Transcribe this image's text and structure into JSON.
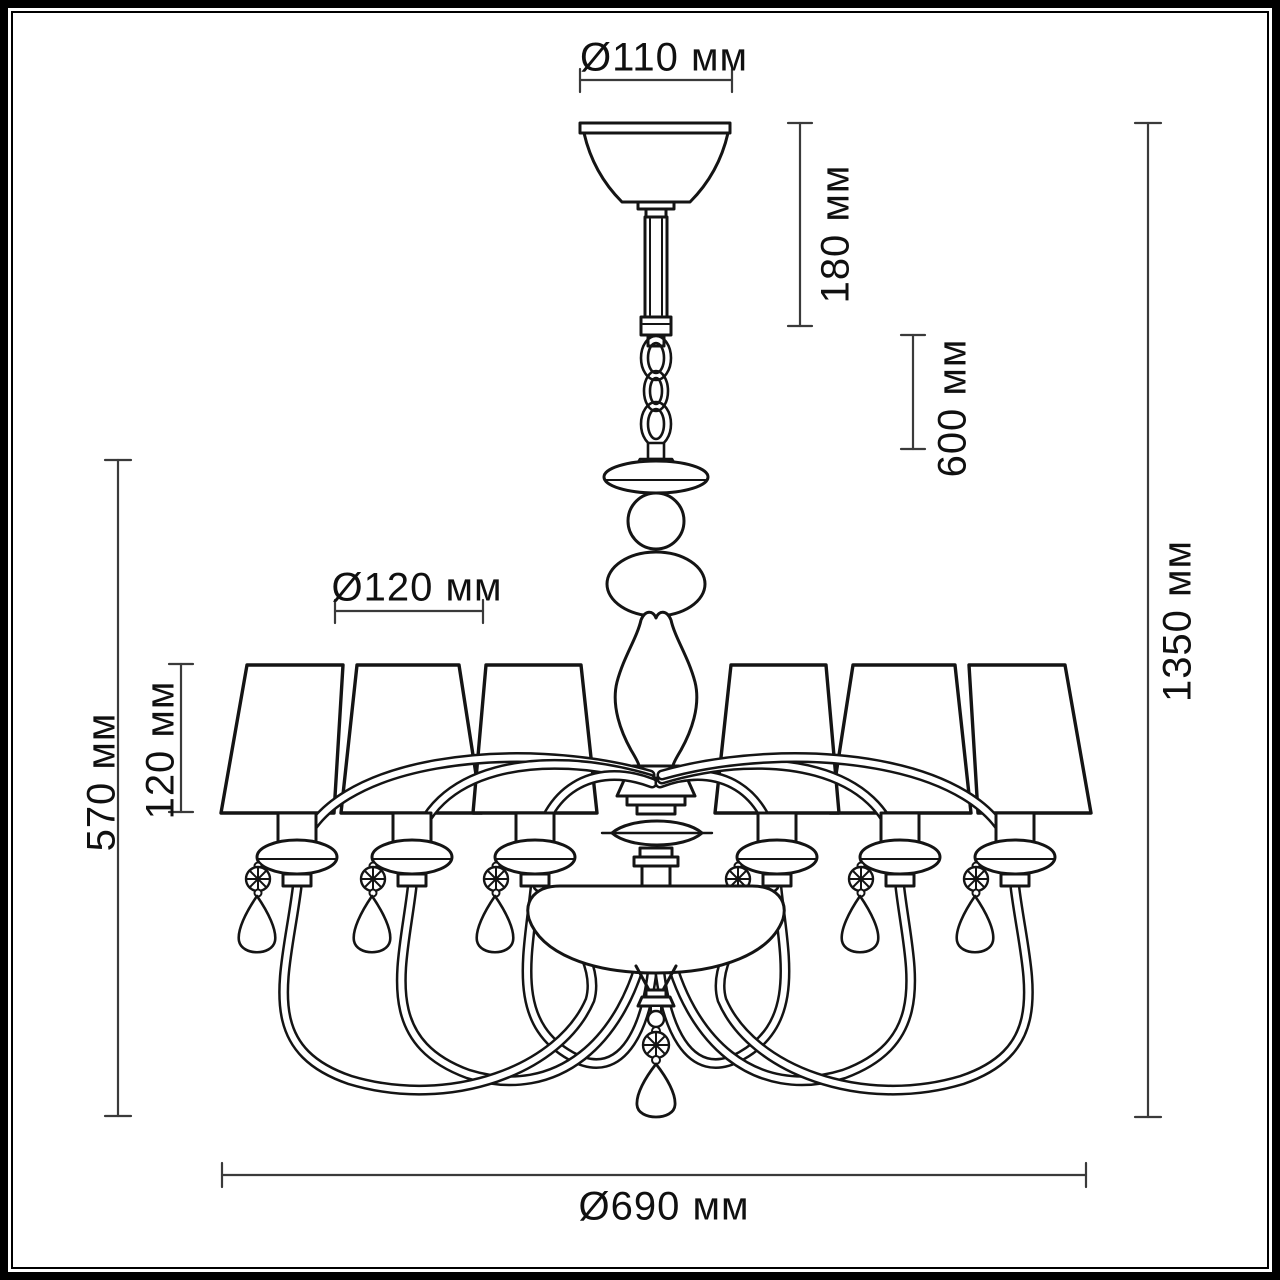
{
  "figure": {
    "subject": "chandelier-dimension-drawing",
    "units": "мм"
  },
  "style": {
    "ink": "#141414",
    "dim_line": "#3a3a3a",
    "background": "#ffffff"
  },
  "dimensions": {
    "canopy_diameter": {
      "label": "Ø110 мм",
      "value": 110
    },
    "rod_height": {
      "label": "180 мм",
      "value": 180
    },
    "chain_length": {
      "label": "600 мм",
      "value": 600
    },
    "overall_height": {
      "label": "1350 мм",
      "value": 1350
    },
    "shade_diameter": {
      "label": "Ø120 мм",
      "value": 120
    },
    "shade_height": {
      "label": "120 мм",
      "value": 120
    },
    "body_height": {
      "label": "570 мм",
      "value": 570
    },
    "overall_diameter": {
      "label": "Ø690 мм",
      "value": 690
    }
  }
}
